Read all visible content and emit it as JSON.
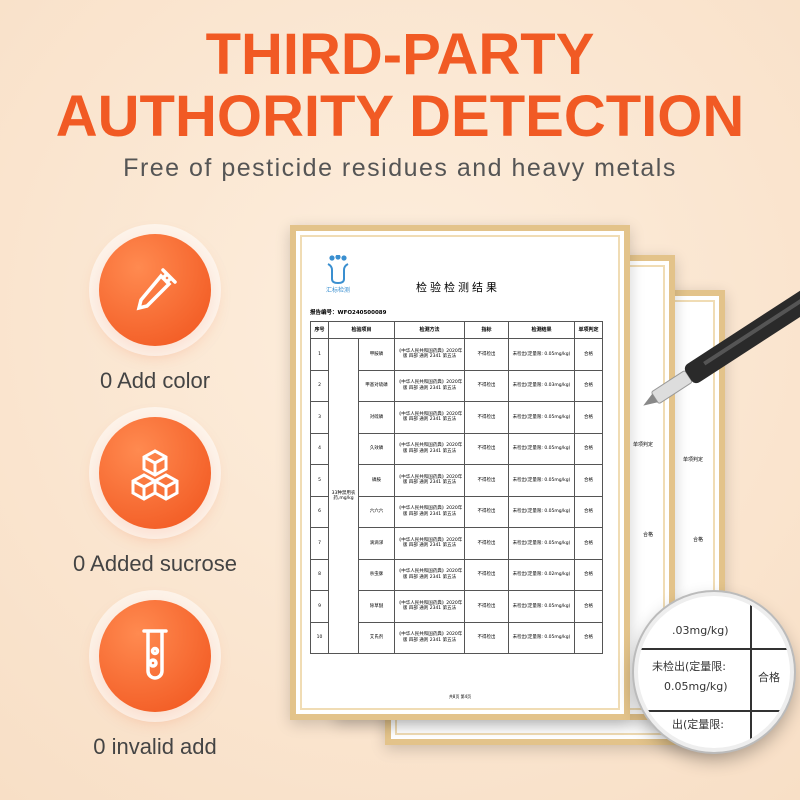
{
  "header": {
    "title_line1": "THIRD-PARTY",
    "title_line2": "AUTHORITY DETECTION",
    "subtitle": "Free of pesticide residues and heavy metals"
  },
  "features": [
    {
      "icon": "dropper-icon",
      "label": "0 Add color"
    },
    {
      "icon": "sugar-cubes-icon",
      "label": "0 Added sucrose"
    },
    {
      "icon": "test-tube-icon",
      "label": "0 invalid add"
    }
  ],
  "colors": {
    "accent": "#f15a24",
    "frame": "#e3c38a",
    "background": "#fbe6d2"
  },
  "report": {
    "logo_text": "汇标检测",
    "title": "检验检测结果",
    "report_no": "报告编号：WFO240500089",
    "headers": [
      "序号",
      "检验项目",
      "检测方法",
      "指标",
      "检测结果",
      "单项判定"
    ],
    "group": "33种禁用农药,mg/kg",
    "method": "《中华人民共和国药典》2020年版 四部 通则 2341 第五法",
    "rows": [
      {
        "no": "1",
        "item": "甲胺磷",
        "spec": "不得检出",
        "result": "未检出(定量限: 0.05mg/kg)",
        "verdict": "合格"
      },
      {
        "no": "2",
        "item": "甲基对硫磷",
        "spec": "不得检出",
        "result": "未检出(定量限: 0.03mg/kg)",
        "verdict": "合格"
      },
      {
        "no": "3",
        "item": "对硫磷",
        "spec": "不得检出",
        "result": "未检出(定量限: 0.05mg/kg)",
        "verdict": "合格"
      },
      {
        "no": "4",
        "item": "久效磷",
        "spec": "不得检出",
        "result": "未检出(定量限: 0.05mg/kg)",
        "verdict": "合格"
      },
      {
        "no": "5",
        "item": "磷胺",
        "spec": "不得检出",
        "result": "未检出(定量限: 0.05mg/kg)",
        "verdict": "合格"
      },
      {
        "no": "6",
        "item": "六六六",
        "spec": "不得检出",
        "result": "未检出(定量限: 0.05mg/kg)",
        "verdict": "合格"
      },
      {
        "no": "7",
        "item": "滴滴涕",
        "spec": "不得检出",
        "result": "未检出(定量限: 0.05mg/kg)",
        "verdict": "合格"
      },
      {
        "no": "8",
        "item": "杀虫脒",
        "spec": "不得检出",
        "result": "未检出(定量限: 0.02mg/kg)",
        "verdict": "合格"
      },
      {
        "no": "9",
        "item": "除草醚",
        "spec": "不得检出",
        "result": "未检出(定量限: 0.05mg/kg)",
        "verdict": "合格"
      },
      {
        "no": "10",
        "item": "艾氏剂",
        "spec": "不得检出",
        "result": "未检出(定量限: 0.05mg/kg)",
        "verdict": "合格"
      }
    ],
    "footer": "共8页 第4页",
    "back_headers": "单项判定",
    "back_verdict": "合格"
  },
  "magnifier": {
    "line1": ".03mg/kg)",
    "line2": "未检出(定量限:",
    "line3": "0.05mg/kg)",
    "verdict": "合格",
    "line4": "出(定量限:"
  }
}
